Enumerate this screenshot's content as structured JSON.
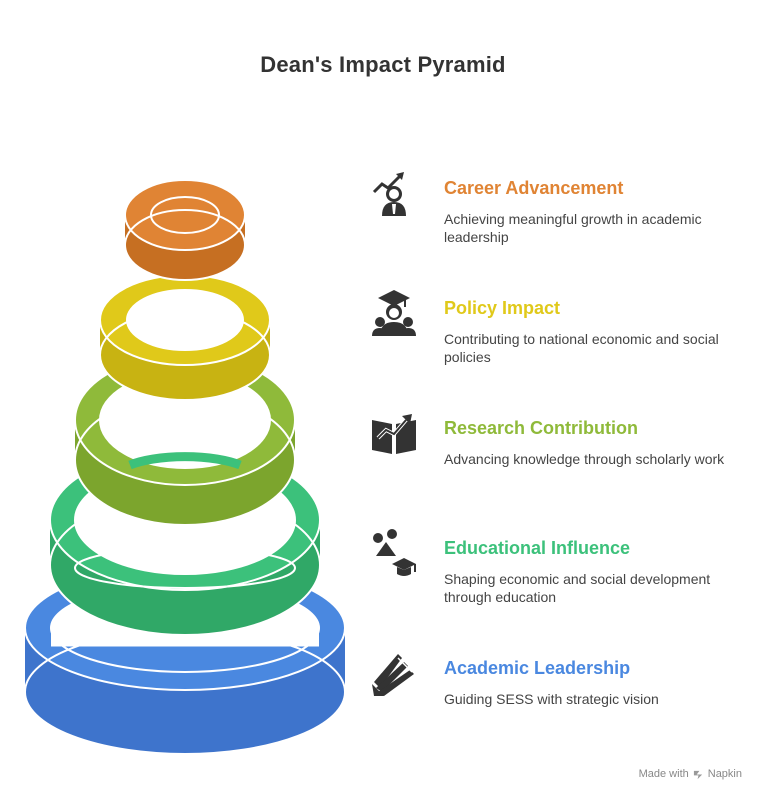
{
  "title": "Dean's Impact Pyramid",
  "levels": [
    {
      "heading": "Career Advancement",
      "description": "Achieving meaningful growth in academic leadership",
      "color": "#E08434",
      "icon": "career-growth-icon"
    },
    {
      "heading": "Policy Impact",
      "description": "Contributing to national economic and social policies",
      "color": "#E0C91A",
      "icon": "graduate-leader-icon"
    },
    {
      "heading": "Research Contribution",
      "description": "Advancing knowledge through scholarly work",
      "color": "#8FBA3A",
      "icon": "research-book-icon"
    },
    {
      "heading": "Educational Influence",
      "description": "Shaping economic and social development through education",
      "color": "#3CC17B",
      "icon": "education-icon"
    },
    {
      "heading": "Academic Leadership",
      "description": "Guiding SESS with strategic vision",
      "color": "#4A88E0",
      "icon": "strategy-vision-icon"
    }
  ],
  "footer": {
    "label": "Made with",
    "brand": "Napkin"
  }
}
